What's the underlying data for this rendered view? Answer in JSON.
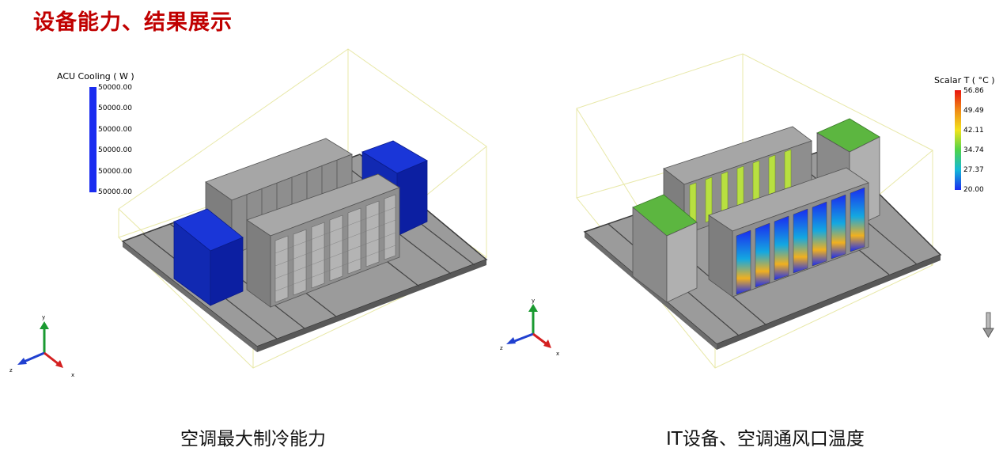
{
  "slide": {
    "title": "设备能力、结果展示"
  },
  "left_panel": {
    "caption": "空调最大制冷能力",
    "legend": {
      "title": "ACU Cooling ( W )",
      "ticks": [
        "50000.00",
        "50000.00",
        "50000.00",
        "50000.00",
        "50000.00",
        "50000.00"
      ],
      "color": "#1a2cf0"
    },
    "triad": {
      "x": "x",
      "y": "y",
      "z": "z"
    }
  },
  "right_panel": {
    "caption": "IT设备、空调通风口温度",
    "legend": {
      "title": "Scalar T ( °C )",
      "ticks": [
        "56.86",
        "49.49",
        "42.11",
        "34.74",
        "27.37",
        "20.00"
      ],
      "colors": [
        "#e8140f",
        "#f08a16",
        "#f2e31c",
        "#4fd34a",
        "#14b8d8",
        "#1a2cf0"
      ]
    },
    "triad": {
      "x": "x",
      "y": "y",
      "z": "z"
    }
  },
  "colors": {
    "title": "#c00000",
    "acu_blue": "#0e28c8",
    "rack_gray": "#8d8d8d",
    "floor_gray": "#9a9a9a",
    "bbox_yellow": "#eaea90"
  }
}
